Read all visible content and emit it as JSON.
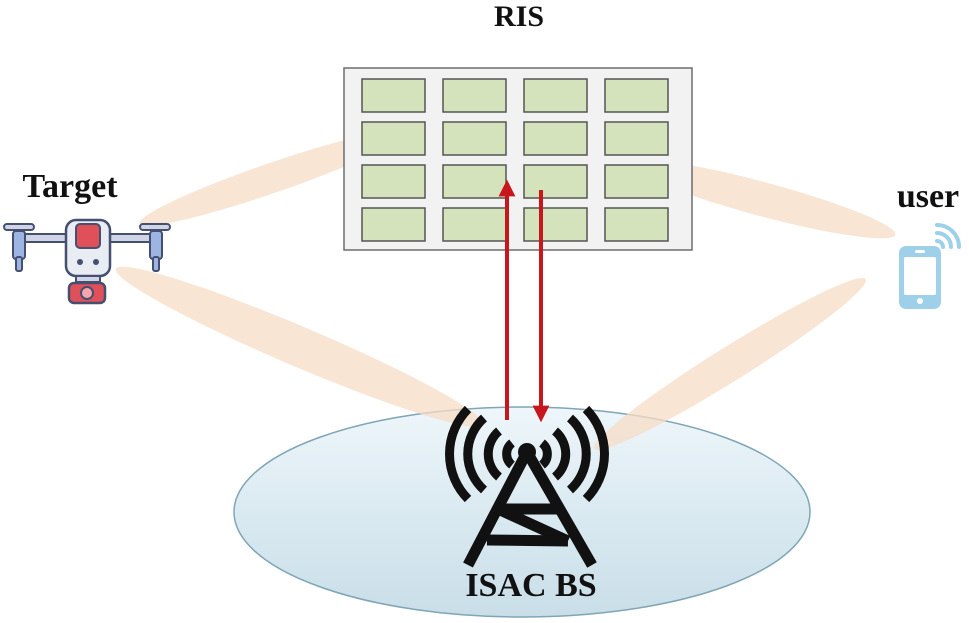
{
  "labels": {
    "ris": "RIS",
    "target": "Target",
    "user": "user",
    "bs": "ISAC BS"
  },
  "ris_panel": {
    "rows": 4,
    "cols": 4
  },
  "colors": {
    "beam": "#f7dcc6",
    "arrow": "#c8161d",
    "ris_cell": "#d5e3bd",
    "ris_frame": "#f2f2f2",
    "ellipse_fill": "#d6e8f0",
    "tower": "#111111",
    "phone": "#9fd0ea",
    "drone_body": "#5a6a8c",
    "drone_accent": "#e0505a"
  },
  "icons": [
    "drone-icon",
    "smartphone-icon",
    "signal-icon",
    "cell-tower-icon"
  ]
}
